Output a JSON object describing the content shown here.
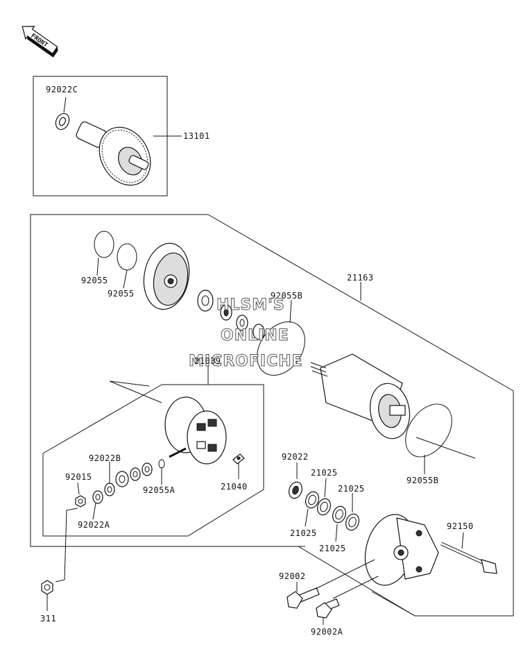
{
  "front_badge": "FRONT",
  "watermark": [
    "HLSM'S",
    "ONLINE",
    "MICROFICHE"
  ],
  "labels": {
    "p92022C": "92022C",
    "p13101": "13101",
    "p92055_a": "92055",
    "p92055_b": "92055",
    "p92055B_top": "92055B",
    "p21163": "21163",
    "p21039": "21039",
    "p92022B": "92022B",
    "p92015": "92015",
    "p92055A": "92055A",
    "p21040": "21040",
    "p92022A": "92022A",
    "p311": "311",
    "p92022": "92022",
    "p21025_a": "21025",
    "p21025_b": "21025",
    "p21025_c": "21025",
    "p21025_d": "21025",
    "p92055B_right": "92055B",
    "p92150": "92150",
    "p92002": "92002",
    "p92002A": "92002A"
  }
}
